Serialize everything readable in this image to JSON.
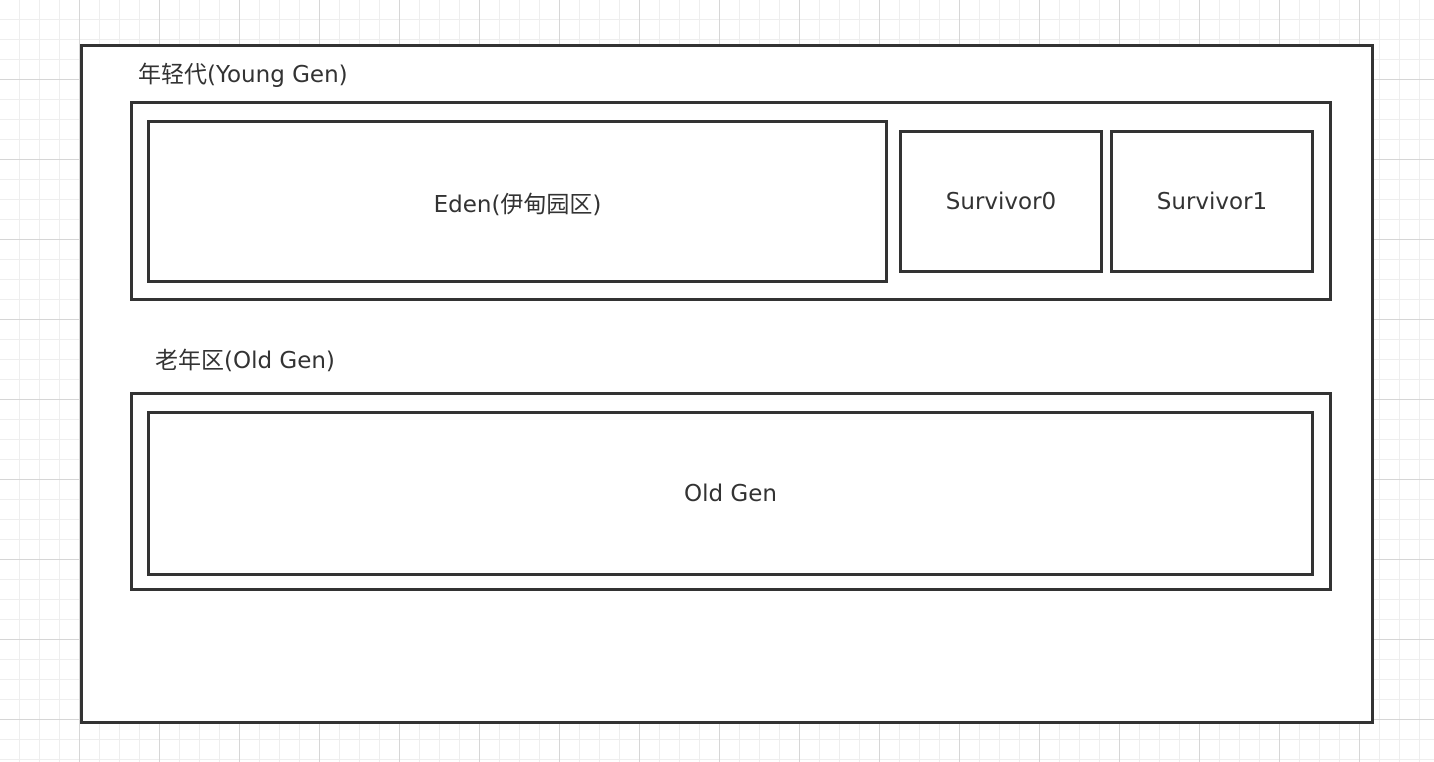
{
  "diagram": {
    "young_gen": {
      "title": "年轻代(Young Gen)",
      "eden_label": "Eden(伊甸园区)",
      "survivor0_label": "Survivor0",
      "survivor1_label": "Survivor1"
    },
    "old_gen": {
      "title": "老年区(Old Gen)",
      "box_label": "Old Gen"
    }
  }
}
